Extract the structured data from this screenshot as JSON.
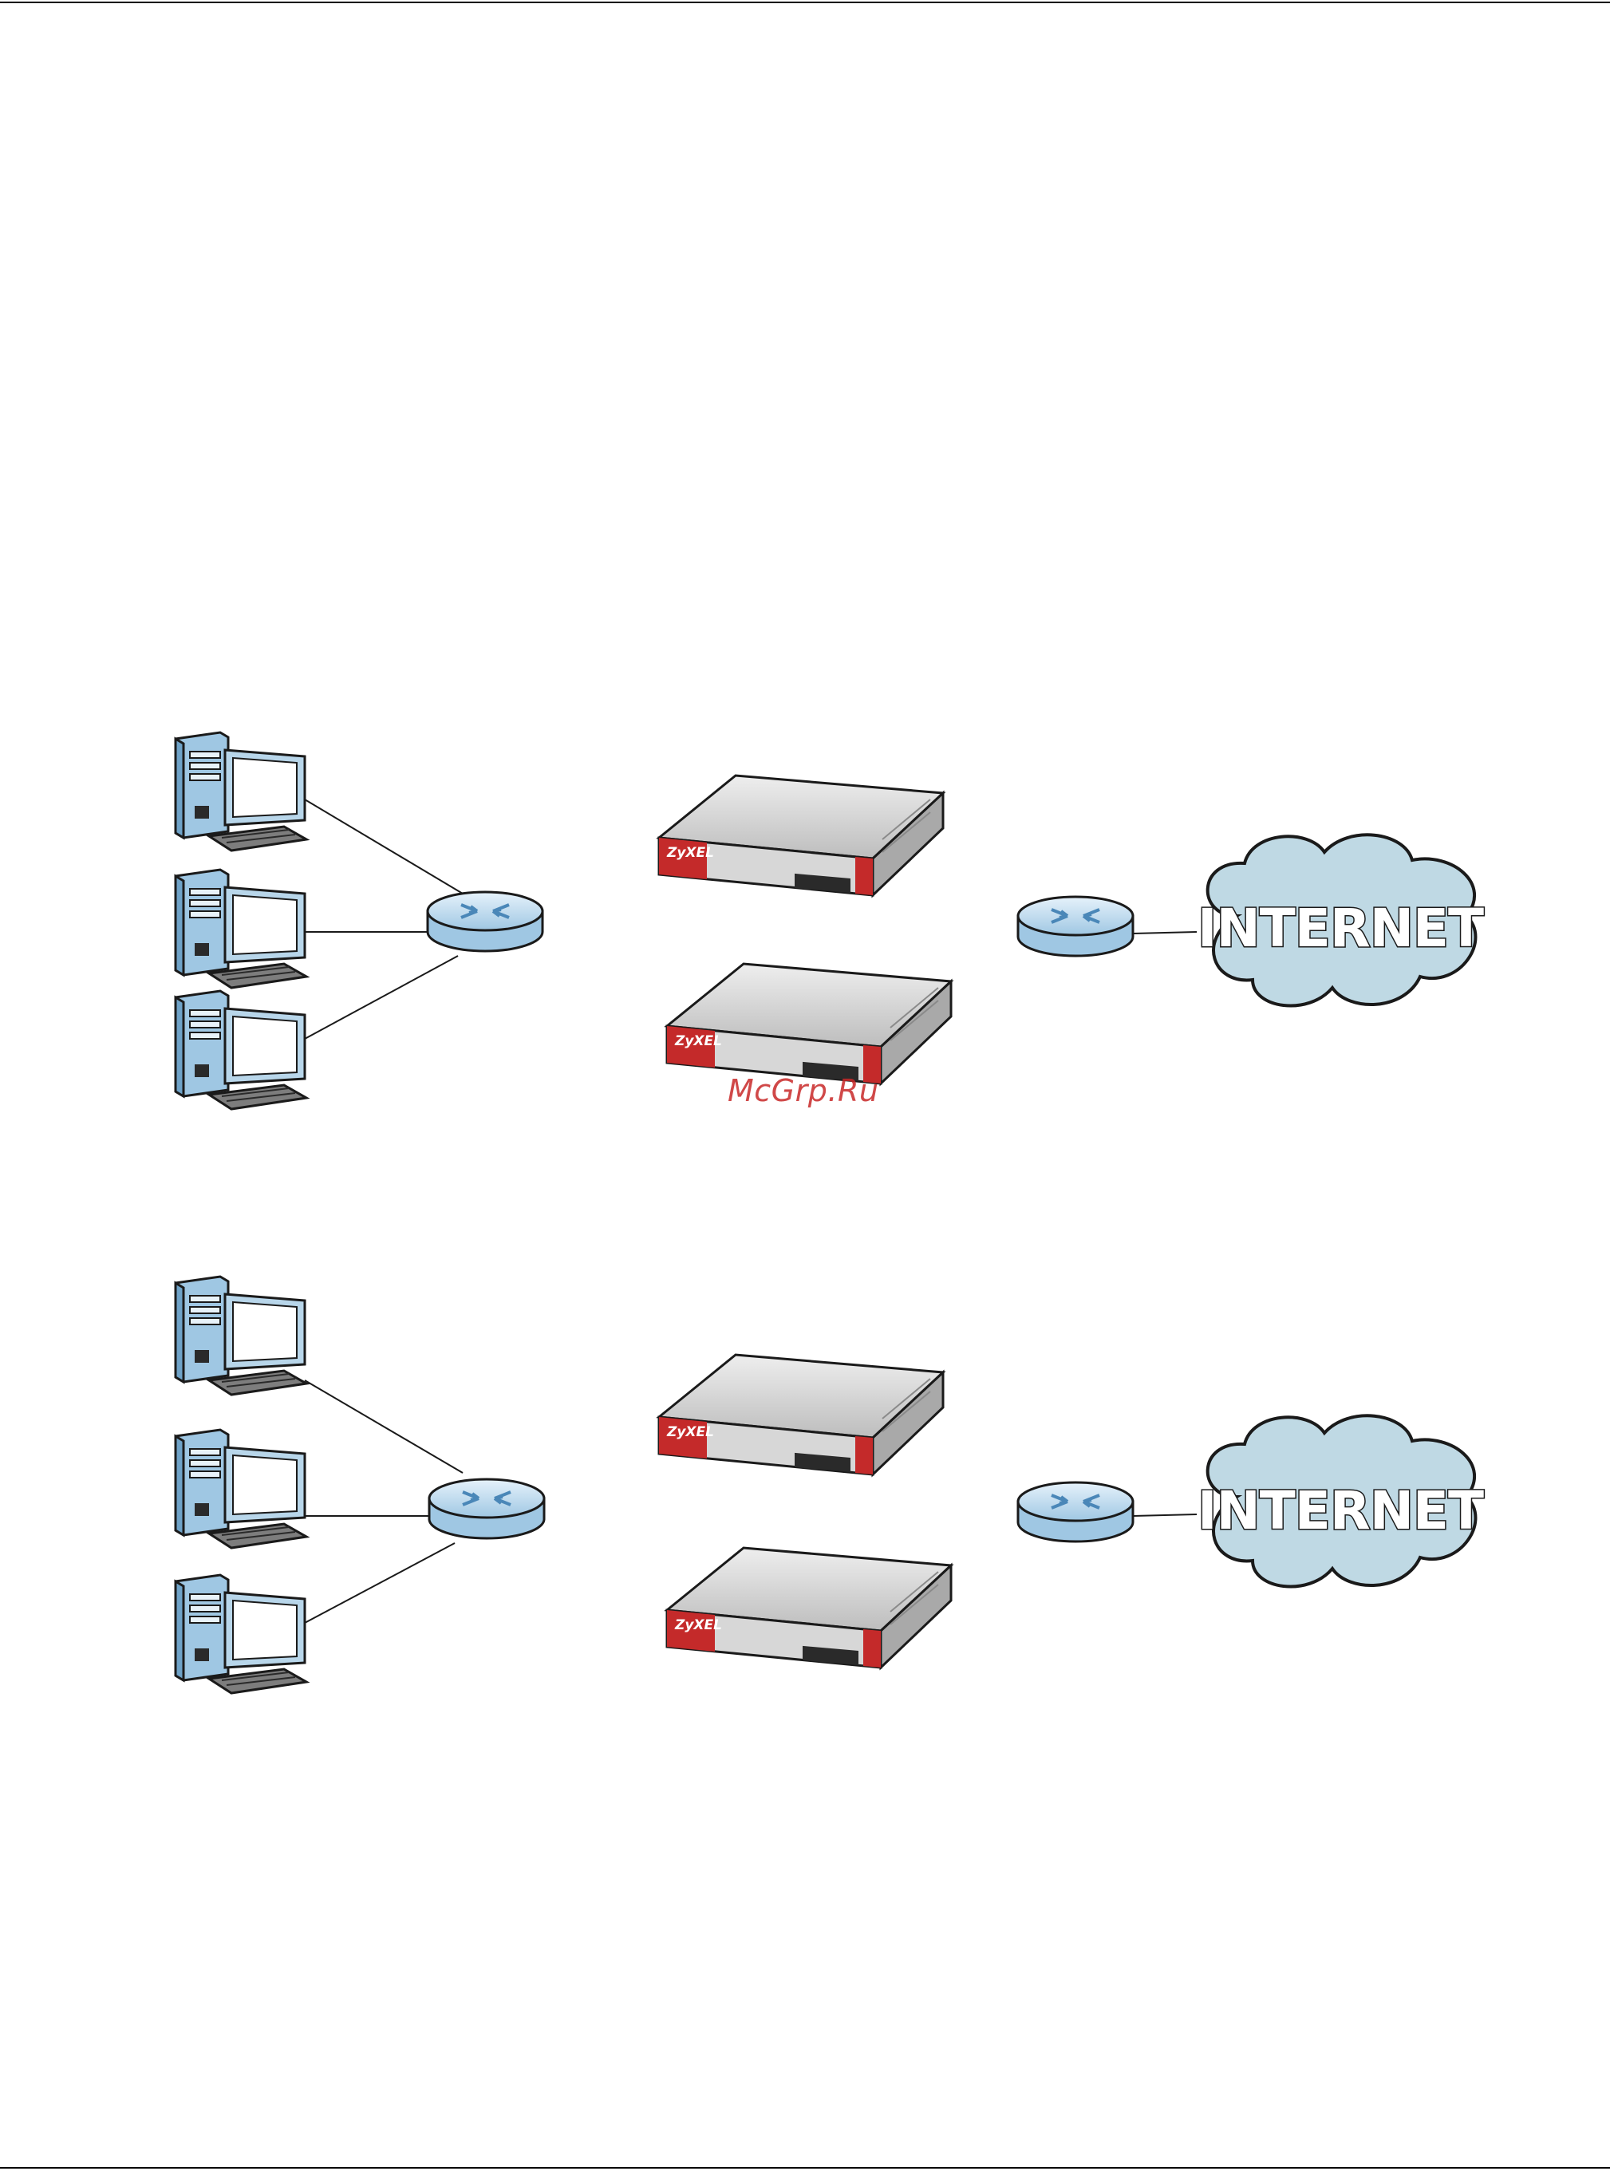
{
  "diagrams": [
    {
      "cloud_label": "INTERNET",
      "device_brand": "ZyXEL"
    },
    {
      "cloud_label": "INTERNET",
      "device_brand": "ZyXEL"
    }
  ],
  "watermark": "McGrp.Ru",
  "colors": {
    "computer_blue": "#9fc7e3",
    "switch_blue": "#a9cde8",
    "cloud_fill": "#bfd9e4",
    "device_red": "#c42a2a",
    "device_gray": "#c9c9c9"
  }
}
